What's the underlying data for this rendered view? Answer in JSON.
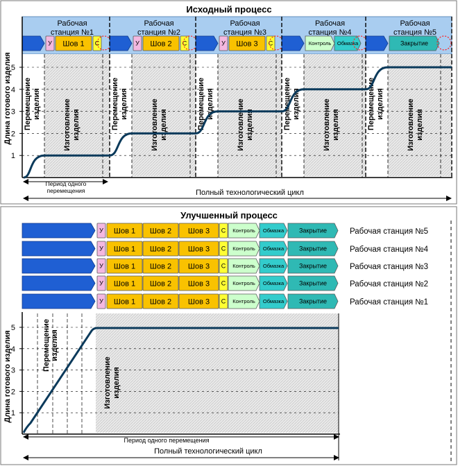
{
  "top": {
    "title": "Исходный процесс",
    "ylabel": "Длина готового изделия",
    "ticks": [
      "1",
      "2",
      "3",
      "4",
      "5"
    ],
    "stations": [
      "Рабочая станция №1",
      "Рабочая станция №2",
      "Рабочая станция №3",
      "Рабочая станция №4",
      "Рабочая станция №5"
    ],
    "ops": {
      "u": "У",
      "c": "С",
      "weld1": "Шов 1",
      "weld2": "Шов 2",
      "weld3": "Шов 3",
      "control": "Контроль",
      "wrap": "Обмазка",
      "close": "Закрытие"
    },
    "move_label": "Перемещение изделия",
    "make_label": "Изготовление изделия",
    "period_label": "Период одного перемещения",
    "cycle_label": "Полный технологический цикл"
  },
  "bottom": {
    "title": "Улучшенный процесс",
    "ylabel": "Длина готового изделия",
    "ticks": [
      "1",
      "2",
      "3",
      "4",
      "5"
    ],
    "rows": [
      "Рабочая станция №5",
      "Рабочая станция №4",
      "Рабочая станция №3",
      "Рабочая станция №2",
      "Рабочая станция №1"
    ],
    "ops": {
      "u": "У",
      "c": "С",
      "weld1": "Шов 1",
      "weld2": "Шов 2",
      "weld3": "Шов 3",
      "control": "Контроль",
      "wrap": "Обмазка",
      "close": "Закрытие"
    },
    "move_label": "Перемещение изделия",
    "make_label": "Изготовление изделия",
    "period_label": "Период одного  перемещения",
    "cycle_label": "Полный технологический цикл"
  },
  "colors": {
    "header_bg": "#a9cdf0",
    "move_blue": "#1f5fd3",
    "u_pink": "#f4b8e0",
    "weld_orange": "#f9c200",
    "c_yellow": "#ffff33",
    "control_green": "#ccffcc",
    "wrap_teal": "#33cccc",
    "close_teal": "#2fb9b4",
    "curve": "#0b3a5b"
  }
}
